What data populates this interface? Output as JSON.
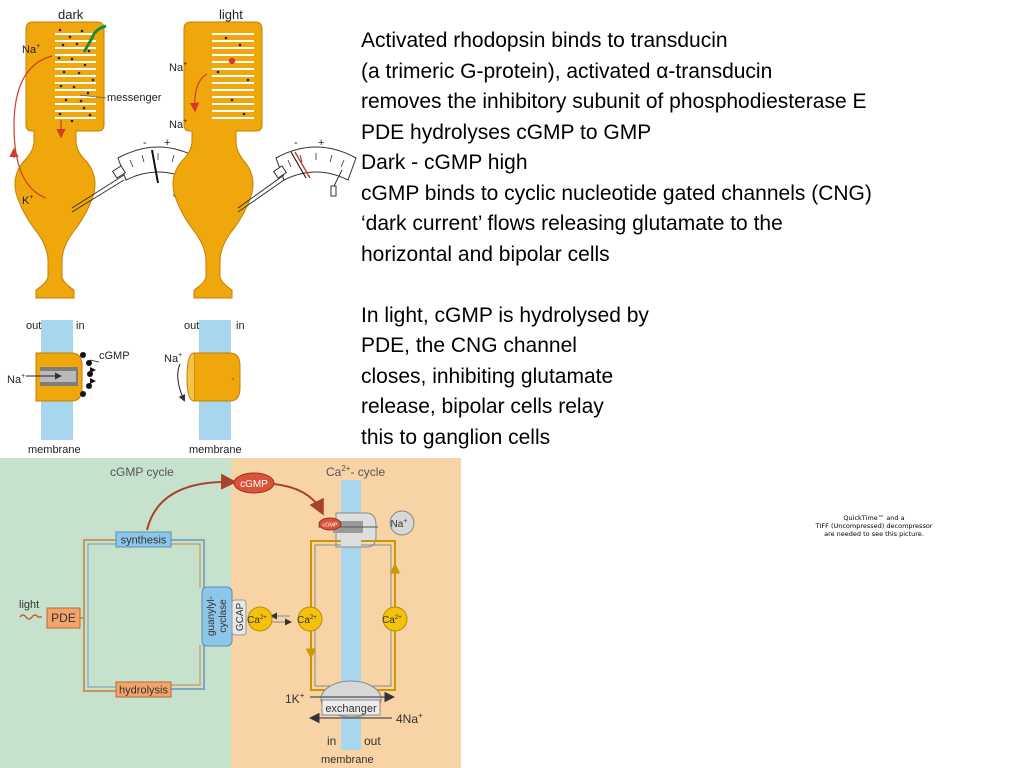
{
  "rod_panel": {
    "dark_label": "dark",
    "light_label": "light",
    "na_label": "Na",
    "k_label": "K",
    "plus": "+",
    "minus": "-",
    "messenger_label": "messenger"
  },
  "channel_panel": {
    "out_label": "out",
    "in_label": "in",
    "cgmp_label": "cGMP",
    "na_label": "Na",
    "membrane_label": "membrane"
  },
  "cycle_diagram": {
    "cgmp_cycle_title": "cGMP cycle",
    "ca_cycle_title_prefix": "Ca",
    "ca_cycle_superscript": "2+",
    "ca_cycle_title_suffix": "- cycle",
    "cgmp_node": "cGMP",
    "cgmp_small": "cGMP",
    "synthesis": "synthesis",
    "hydrolysis": "hydrolysis",
    "light": "light",
    "pde": "PDE",
    "guanylyl_line1": "guanylyl-",
    "guanylyl_line2": "cyclase",
    "gcap": "GCAP",
    "ca": "Ca",
    "ca_sup": "2+",
    "na": "Na",
    "na_sup": "+",
    "k_count": "1K",
    "k_sup": "+",
    "na_count": "4Na",
    "exchanger": "exchanger",
    "in": "in",
    "out": "out",
    "membrane": "membrane",
    "colors": {
      "left_bg": "#c6e2cc",
      "right_bg": "#f7d3a5",
      "cgmp_node": "#d9533a",
      "orange_box": "#f2a46b",
      "blue_box": "#8ec6ea",
      "ca_ball": "#f4c20d",
      "membrane_blue": "#a9d6ef",
      "rod_orange": "#f0a70b"
    }
  },
  "text": {
    "lines": [
      "Activated rhodopsin binds to transducin",
      "(a trimeric G-protein), activated α-transducin",
      "removes the inhibitory subunit of phosphodiesterase E",
      "PDE hydrolyses cGMP to GMP",
      "Dark - cGMP high",
      "cGMP binds to cyclic nucleotide gated channels (CNG)",
      "‘dark current’ flows releasing glutamate to the",
      "horizontal and bipolar cells",
      "",
      "In light, cGMP is hydrolysed by",
      "PDE, the CNG channel",
      "closes, inhibiting glutamate",
      "release, bipolar cells relay",
      "this to ganglion cells"
    ]
  },
  "placeholder": {
    "line1": "QuickTime™ and a",
    "line2": "TIFF (Uncompressed) decompressor",
    "line3": "are needed to see this picture."
  }
}
